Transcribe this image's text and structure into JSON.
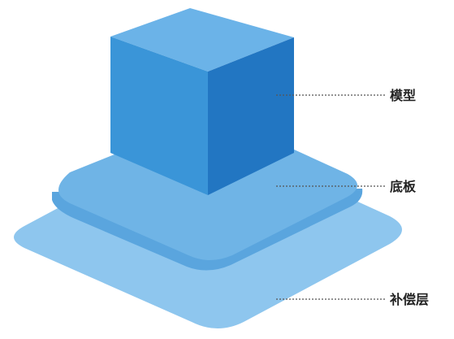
{
  "colors": {
    "compensation_layer": "#8ec6ee",
    "base_plate_top": "#6fb4e6",
    "base_plate_side": "#5aa5de",
    "cube_top": "#6bb3e8",
    "cube_left": "#3a95d8",
    "cube_right": "#2276c2",
    "label_text": "#222222",
    "leader_line": "#555555"
  },
  "labels": {
    "model": "模型",
    "base_plate": "底板",
    "compensation_layer": "补偿层"
  }
}
